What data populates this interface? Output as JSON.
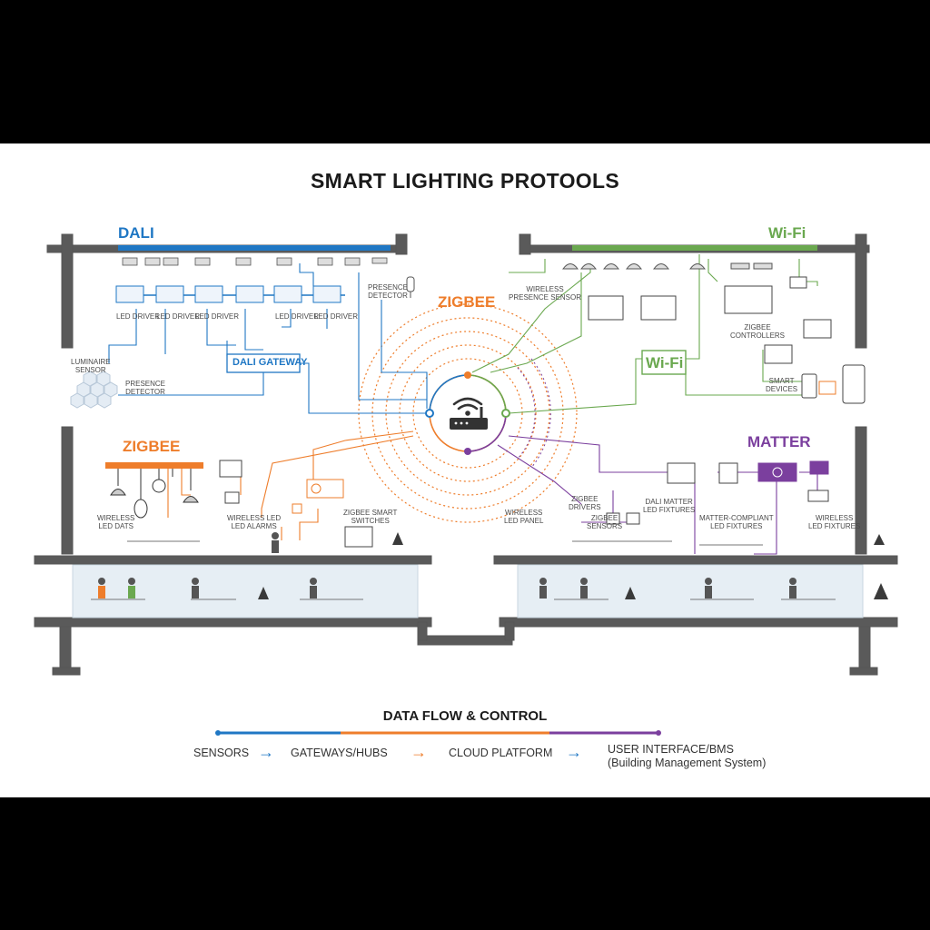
{
  "title": "SMART LIGHTING PROTOOLS",
  "colors": {
    "dali": "#1f77c4",
    "zigbee": "#ee7d2b",
    "wifi": "#6aa84f",
    "matter": "#7b3f9e",
    "structure": "#555555"
  },
  "icons": [
    "router-icon",
    "wifi-icon",
    "pendant-lamp-icon",
    "led-driver-icon",
    "presence-sensor-icon",
    "smartphone-icon",
    "tablet-icon",
    "desk-icon",
    "person-icon",
    "plant-icon"
  ],
  "zones": {
    "dali": {
      "title": "DALI",
      "gateway": "DALI GATEWAY",
      "luminaire_sensor": "LUMINAIRE\nSENSOR",
      "presence_detector_left": "PRESENCE\nDETECTOR",
      "presence_detector_top": "PRESENCE\nDETECTOR",
      "driver_labels": [
        "LED DRIVER",
        "LED DRIVER",
        "LED DRIVER",
        "LED DRIVER",
        "LED DRIVER"
      ]
    },
    "zigbee_center": {
      "title": "ZIGBEE"
    },
    "wifi": {
      "title": "Wi-Fi",
      "hub_label": "Wi-Fi",
      "wireless_presence": "WIRELESS\nPRESENCE SENSOR",
      "zigbee_controllers": "ZIGBEE\nCONTROLLERS",
      "smart_devices": "SMART\nDEVICES"
    },
    "zigbee": {
      "title": "ZIGBEE",
      "wireless_led": "WIRELESS\nLED DATS",
      "wireless_led_alarms": "WIRELESS LED\nLED ALARMS",
      "zigbee_smart_switches": "ZIGBEE SMART\nSWITCHES"
    },
    "matter": {
      "title": "MATTER",
      "wireless_led_panel": "WIRELESS\nLED PANEL",
      "zigbee_drivers": "ZIGBEE\nDRIVERS",
      "zigbee_sensors": "ZIGBEE\nSENSORS",
      "dali_matter": "DALI MATTER\nLED FIXTURES",
      "matter_compliant": "MATTER-COMPLIANT\nLED FIXTURES",
      "wireless_fixtures": "WIRELESS\nLED FIXTURES"
    }
  },
  "legend": {
    "title": "DATA FLOW & CONTROL",
    "items": [
      "SENSORS",
      "GATEWAYS/HUBS",
      "CLOUD PLATFORM",
      "USER INTERFACE/BMS\n(Building Management System)"
    ]
  }
}
